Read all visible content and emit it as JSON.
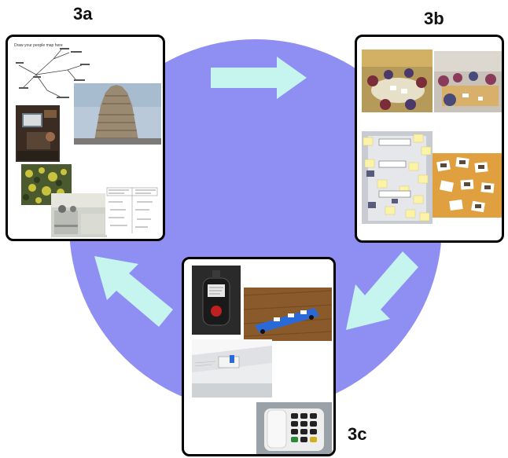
{
  "labels": {
    "a": "3a",
    "b": "3b",
    "c": "3c"
  },
  "colors": {
    "circle": "#8f8ff3",
    "arrow": "#c6f5f0",
    "panel_border": "#000000"
  },
  "panel_a": {
    "map_caption": "Draw your people map here",
    "photos": [
      "people-map-sketch",
      "temple-tower",
      "home-interior",
      "flowering-plant",
      "kitchen",
      "handwritten-notes"
    ]
  },
  "panel_b": {
    "photos": [
      "group-meeting-1",
      "group-meeting-2",
      "poster-with-sticky-notes",
      "photo-cards-on-table"
    ]
  },
  "panel_c": {
    "photos": [
      "pendant-alarm",
      "blue-toy-car",
      "wall-sensor",
      "big-button-telephone"
    ]
  }
}
